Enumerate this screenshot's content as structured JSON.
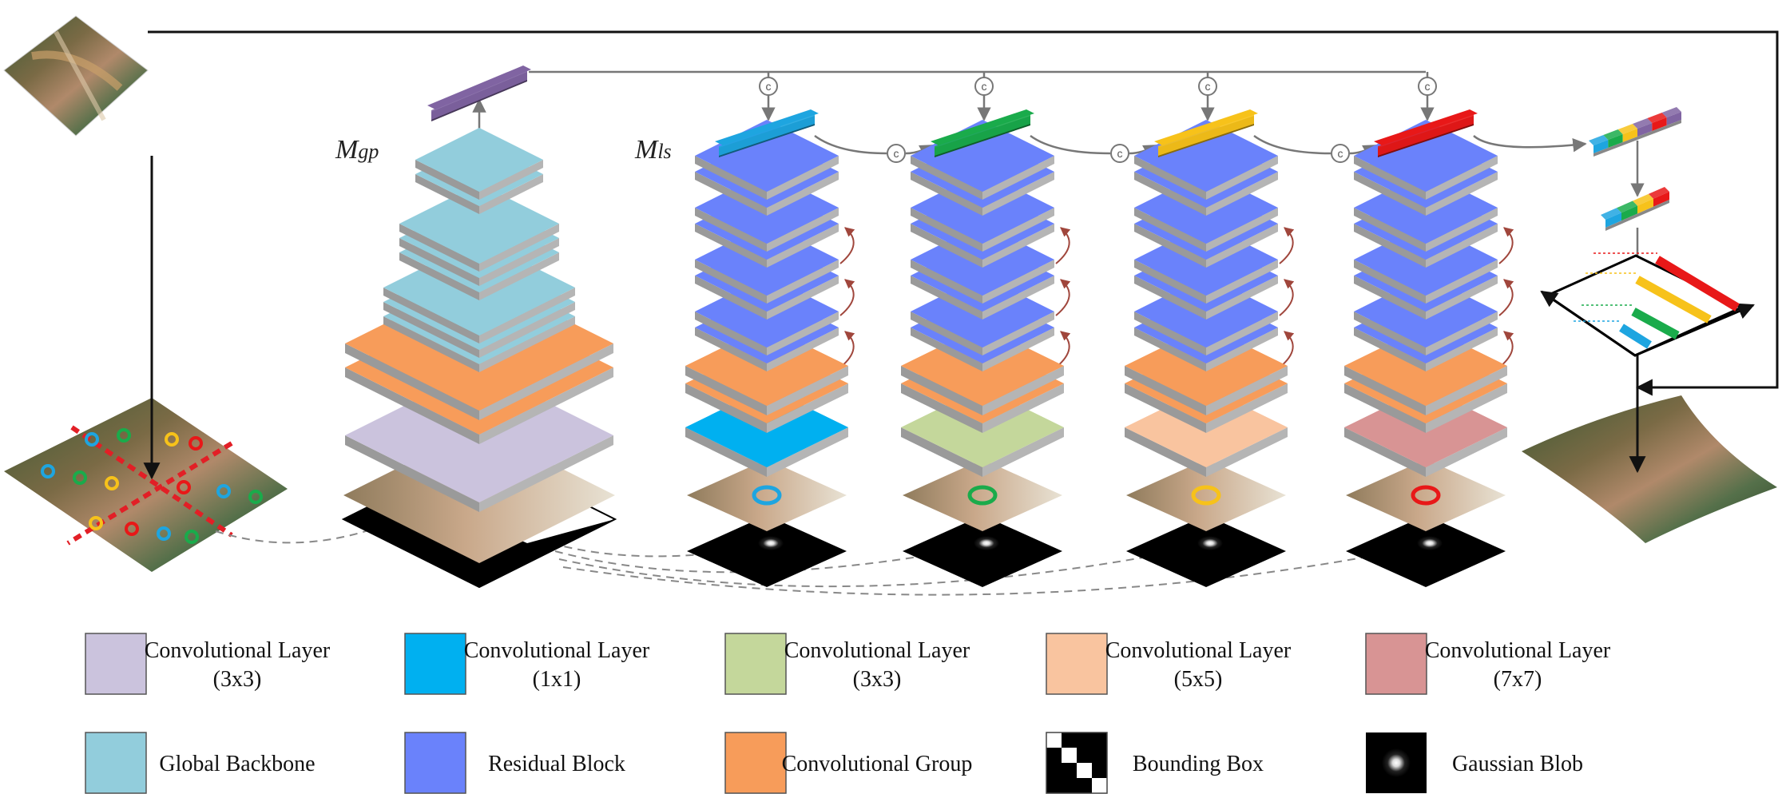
{
  "labels": {
    "mgp_main": "M",
    "mgp_sub": "gp",
    "mls_main": "M",
    "mls_sub": "ls",
    "concat_symbol": "c"
  },
  "colors": {
    "conv3x3_global": "#cbc3dd",
    "conv1x1": "#00b0f0",
    "conv3x3": "#c4d79b",
    "conv5x5": "#f9c49f",
    "conv7x7": "#d89494",
    "global_backbone": "#92cddc",
    "residual_block": "#6a82fb",
    "conv_group": "#f79c5a",
    "feature_gp": "#8064a2",
    "feature_1": "#1ea5e0",
    "feature_2": "#1aab4b",
    "feature_3": "#f7c21a",
    "feature_4": "#e81818"
  },
  "legend": [
    {
      "line1": "Convolutional Layer",
      "line2": "(3x3)",
      "color": "#cbc3dd"
    },
    {
      "line1": "Convolutional Layer",
      "line2": "(1x1)",
      "color": "#00b0f0"
    },
    {
      "line1": "Convolutional Layer",
      "line2": "(3x3)",
      "color": "#c4d79b"
    },
    {
      "line1": "Convolutional Layer",
      "line2": "(5x5)",
      "color": "#f9c49f"
    },
    {
      "line1": "Convolutional Layer",
      "line2": "(7x7)",
      "color": "#d89494"
    },
    {
      "line1": "Global Backbone",
      "line2": "",
      "color": "#92cddc"
    },
    {
      "line1": "Residual Block",
      "line2": "",
      "color": "#6a82fb"
    },
    {
      "line1": "Convolutional Group",
      "line2": "",
      "color": "#f79c5a"
    },
    {
      "line1": "Bounding Box",
      "line2": "",
      "color": "checker"
    },
    {
      "line1": "Gaussian Blob",
      "line2": "",
      "color": "blob"
    }
  ]
}
